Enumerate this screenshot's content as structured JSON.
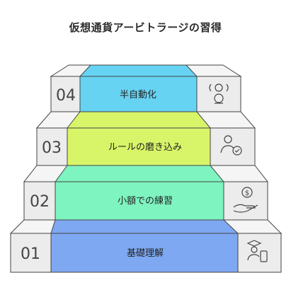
{
  "title": "仮想通貨アービトラージの習得",
  "steps": [
    {
      "number": "04",
      "label": "半自動化",
      "color": "#67d3f3",
      "icon": "ai-face-icon"
    },
    {
      "number": "03",
      "label": "ルールの磨き込み",
      "color": "#d8f569",
      "icon": "person-check-icon"
    },
    {
      "number": "02",
      "label": "小額での練習",
      "color": "#7ef4c0",
      "icon": "money-hand-icon"
    },
    {
      "number": "01",
      "label": "基礎理解",
      "color": "#7ea8f1",
      "icon": "graduate-phone-icon"
    }
  ],
  "colors": {
    "gray_face": "#ececec",
    "gray_top": "#f5f5f5",
    "outline": "#444444"
  }
}
